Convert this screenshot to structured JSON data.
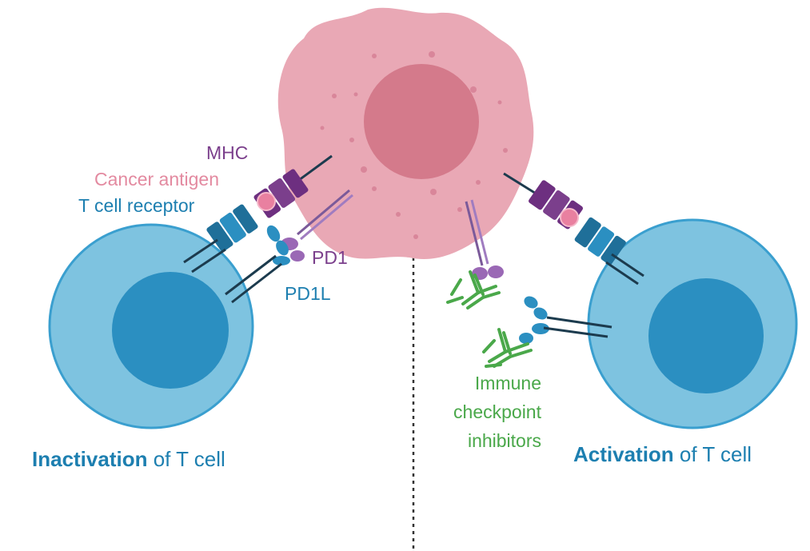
{
  "labels": {
    "mhc": "MHC",
    "cancer_antigen": "Cancer antigen",
    "t_cell_receptor": "T cell receptor",
    "pd1": "PD1",
    "pd1l": "PD1L",
    "inhibitors_line1": "Immune",
    "inhibitors_line2": "checkpoint",
    "inhibitors_line3": "inhibitors"
  },
  "captions": {
    "left_bold": "Inactivation",
    "left_rest": " of T cell",
    "right_bold": "Activation",
    "right_rest": " of T cell"
  },
  "colors": {
    "purple": "#7b3f8c",
    "pink_text": "#e38aa0",
    "blue_text": "#1d7fb0",
    "green": "#4aa84a",
    "tcell_outer": "#7ec3e0",
    "tcell_inner": "#2b8fc1",
    "cancer_cell": "#e9a8b5",
    "cancer_nucleus": "#d47a8b"
  }
}
